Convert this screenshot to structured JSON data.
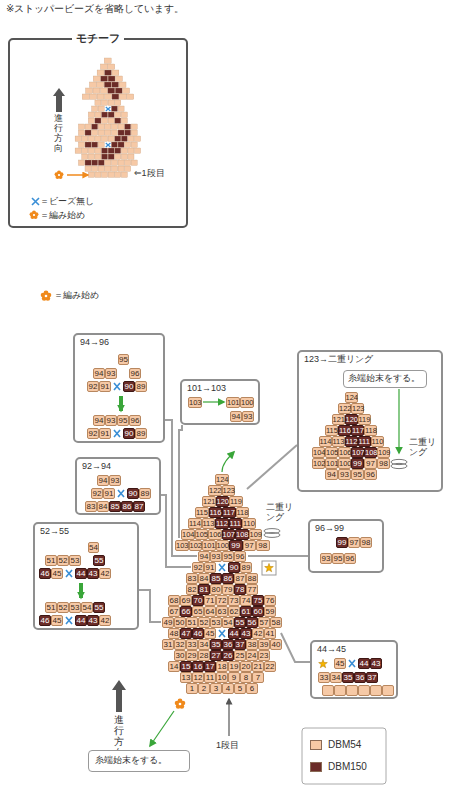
{
  "diagram": {
    "nodes": [
      {
        "text": [
          "モチーフ",
          "進行方向",
          "⇐1段目",
          "＝ビーズ無し",
          "＝編み始め"
        ]
      },
      {
        "text": [
          "94→96",
          "95",
          "94",
          "93",
          "96",
          "92",
          "91",
          "90",
          "89",
          "94",
          "93",
          "95",
          "96",
          "92",
          "91",
          "90",
          "89"
        ]
      },
      {
        "text": [
          "101→103",
          "103",
          "101",
          "100",
          "94",
          "93"
        ]
      },
      {
        "text": [
          "123→二重リング",
          "124",
          "122",
          "123",
          "121",
          "120",
          "119",
          "115",
          "116",
          "117",
          "118",
          "114",
          "113",
          "112",
          "111",
          "110",
          "104",
          "105",
          "106",
          "107",
          "108",
          "109",
          "102",
          "101",
          "100",
          "99",
          "97",
          "98",
          "94",
          "93",
          "95",
          "96",
          "二重リング"
        ]
      },
      {
        "text": [
          "糸端始末をする。"
        ],
        "in": 3
      },
      {
        "text": [
          "92→94",
          "94",
          "93",
          "92",
          "91",
          "90",
          "89",
          "83",
          "84",
          "85",
          "86",
          "87"
        ]
      },
      {
        "text": [
          "52→55",
          "54",
          "51",
          "52",
          "53",
          "55",
          "46",
          "45",
          "44",
          "43",
          "42",
          "51",
          "52",
          "53",
          "54",
          "55",
          "46",
          "45",
          "44",
          "43",
          "42"
        ]
      },
      {
        "text": [
          "96→99",
          "99",
          "97",
          "98",
          "93",
          "95",
          "96"
        ]
      },
      {
        "text": [
          "44→45",
          "45",
          "44",
          "43",
          "33",
          "34",
          "35",
          "36",
          "37"
        ]
      },
      {
        "text": [
          "糸端始末をする。"
        ]
      }
    ],
    "labels": [
      "※ストッパービーズを省略しています。",
      "＝編み始め",
      "1",
      "2",
      "3",
      "4",
      "5",
      "6",
      "13",
      "12",
      "11",
      "10",
      "9",
      "8",
      "7",
      "14",
      "15",
      "16",
      "17",
      "18",
      "19",
      "20",
      "21",
      "22",
      "30",
      "29",
      "28",
      "27",
      "26",
      "25",
      "24",
      "23",
      "31",
      "32",
      "33",
      "34",
      "35",
      "36",
      "37",
      "38",
      "39",
      "40",
      "48",
      "47",
      "46",
      "45",
      "44",
      "43",
      "42",
      "41",
      "49",
      "50",
      "51",
      "52",
      "53",
      "54",
      "55",
      "56",
      "57",
      "58",
      "67",
      "66",
      "65",
      "64",
      "63",
      "62",
      "61",
      "60",
      "59",
      "68",
      "69",
      "70",
      "71",
      "72",
      "73",
      "74",
      "75",
      "76",
      "82",
      "81",
      "80",
      "79",
      "78",
      "77",
      "83",
      "84",
      "85",
      "86",
      "87",
      "88",
      "92",
      "91",
      "90",
      "89",
      "94",
      "93",
      "95",
      "96",
      "103",
      "102",
      "101",
      "100",
      "99",
      "97",
      "98",
      "104",
      "105",
      "106",
      "107",
      "108",
      "109",
      "114",
      "113",
      "112",
      "111",
      "110",
      "115",
      "116",
      "117",
      "118",
      "121",
      "120",
      "119",
      "122",
      "123",
      "124",
      "二重リング",
      "進行方向",
      "1段目"
    ],
    "legend": [
      {
        "text": "DBM54",
        "color": "#f6c9a6"
      },
      {
        "text": "DBM150",
        "color": "#6b2c28"
      }
    ]
  }
}
